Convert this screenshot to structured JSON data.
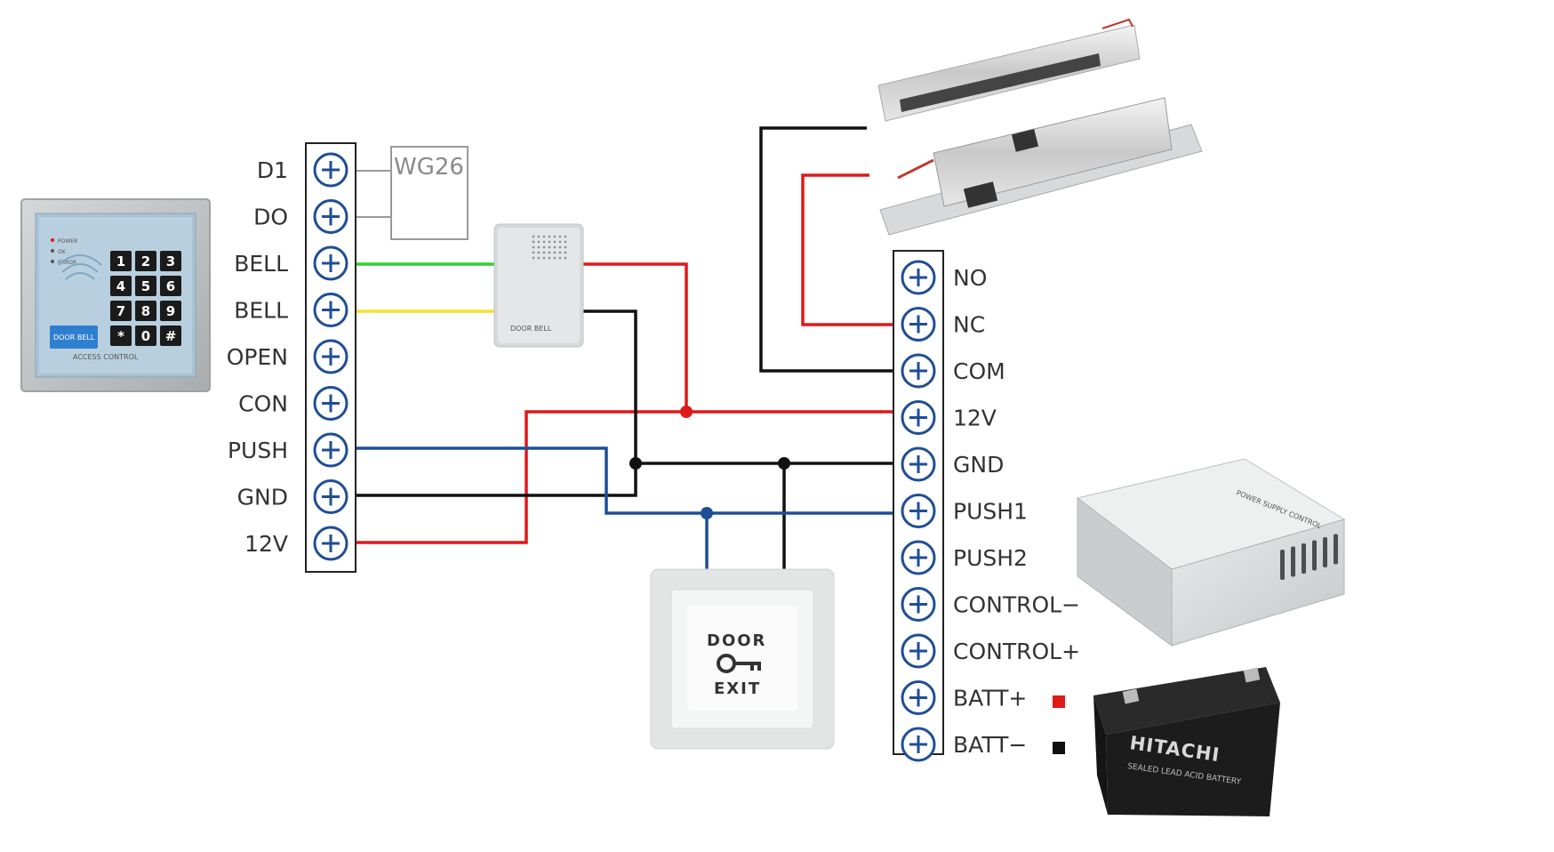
{
  "keypad": {
    "keys": [
      "1",
      "2",
      "3",
      "4",
      "5",
      "6",
      "7",
      "8",
      "9",
      "*",
      "0",
      "#"
    ],
    "indicators": [
      "POWER",
      "OK",
      "ERROR"
    ],
    "footer": "ACCESS CONTROL",
    "door_bell": "DOOR BELL"
  },
  "wiegand": {
    "label": "WG26"
  },
  "doorbell": {
    "label": "DOOR BELL"
  },
  "exit_button": {
    "line1": "DOOR",
    "line2": "EXIT"
  },
  "power_supply": {
    "label": "POWER SUPPLY CONTROL"
  },
  "battery": {
    "brand": "HITACHI",
    "line1": "SEALED LEAD ACID BATTERY"
  },
  "left_terminals": [
    "D1",
    "DO",
    "BELL",
    "BELL",
    "OPEN",
    "CON",
    "PUSH",
    "GND",
    "12V"
  ],
  "right_terminals": [
    "NO",
    "NC",
    "COM",
    "12V",
    "GND",
    "PUSH1",
    "PUSH2",
    "CONTROL−",
    "CONTROL+",
    "BATT+",
    "BATT−"
  ],
  "colors": {
    "red": "#e01919",
    "black": "#111111",
    "blue": "#1f4e96",
    "green": "#2fd12f",
    "yellow": "#f5e12a",
    "gray": "#9a9a9a",
    "terminal_ring": "#1f4e96"
  }
}
